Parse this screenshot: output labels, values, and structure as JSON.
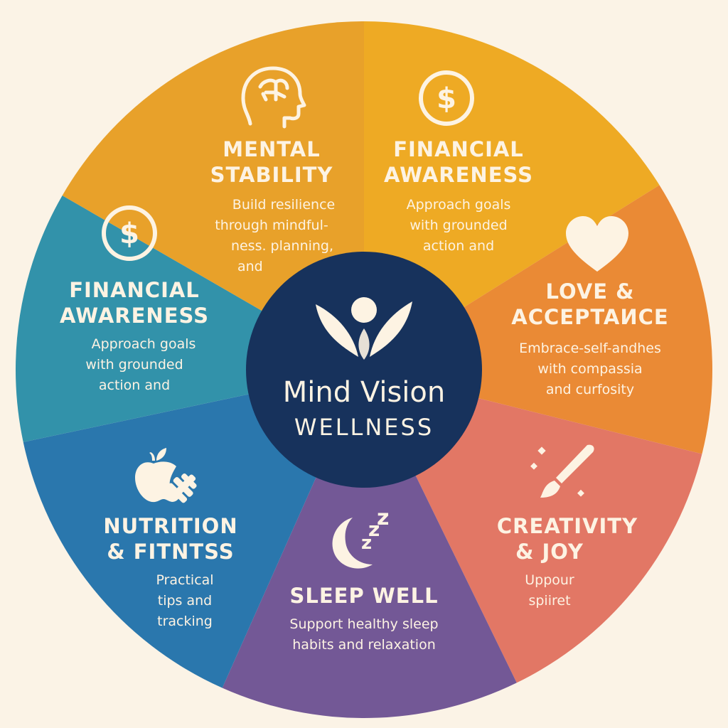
{
  "center": {
    "title": "Mind Vision",
    "subtitle": "WELLNESS",
    "icon": "person-leaves-logo-icon",
    "color": "#17325c"
  },
  "segments": [
    {
      "id": "mental-stability",
      "title_lines": [
        "MENTAL",
        "STABILITY"
      ],
      "desc_lines": [
        "Build resilience",
        "through mindful-",
        "ness. planning,",
        "and"
      ],
      "icon": "brain-head-icon",
      "color": "#eeaa24"
    },
    {
      "id": "financial-awareness-right",
      "title_lines": [
        "FINANCIAL",
        "AWARENESS"
      ],
      "desc_lines": [
        "Approach goals",
        "with grounded",
        "action and"
      ],
      "icon": "dollar-coin-icon",
      "color": "#ea8a35"
    },
    {
      "id": "love-acceptance",
      "title_lines": [
        "LOVE &",
        "ACCEPTAИCE"
      ],
      "desc_lines": [
        "Embrace-self-andhes",
        "with compassia",
        "and curfosity"
      ],
      "icon": "heart-icon",
      "color": "#e27765"
    },
    {
      "id": "creativity-joy",
      "title_lines": [
        "CREATIVITY",
        "& JOY"
      ],
      "desc_lines": [
        "Uppour",
        "spiiret"
      ],
      "icon": "paintbrush-icon",
      "color": "#735896"
    },
    {
      "id": "sleep-well",
      "title_lines": [
        "SLEEP WELL"
      ],
      "desc_lines": [
        "Support healthy sleep",
        "habits and relaxation"
      ],
      "icon": "moon-zzz-icon",
      "color": "#2a77ad"
    },
    {
      "id": "nutrition-fitness",
      "title_lines": [
        "NUTRITION",
        "& FITNTSS"
      ],
      "desc_lines": [
        "Practical",
        "tips and",
        "tracking"
      ],
      "icon": "apple-dumbbell-icon",
      "color": "#3292aa"
    },
    {
      "id": "financial-awareness-left",
      "title_lines": [
        "FINANCIAL",
        "AWARENESS"
      ],
      "desc_lines": [
        "Approach goals",
        "with grounded",
        "action and"
      ],
      "icon": "dollar-coin-icon",
      "color": "#e8a12a"
    }
  ]
}
